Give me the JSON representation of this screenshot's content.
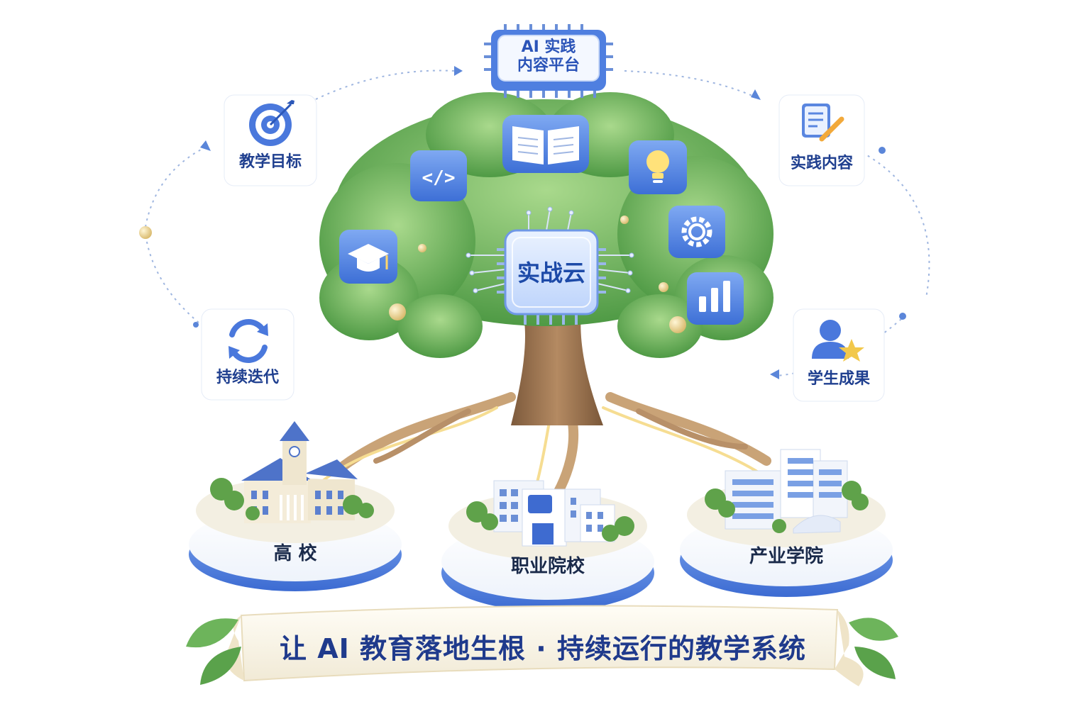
{
  "top_chip": {
    "line1": "AI 实践",
    "line2": "内容平台"
  },
  "core": {
    "label": "实战云"
  },
  "cycle": {
    "goal": {
      "label": "教学目标",
      "icon": "target-icon"
    },
    "content": {
      "label": "实践内容",
      "icon": "document-pen-icon"
    },
    "results": {
      "label": "学生成果",
      "icon": "user-star-icon"
    },
    "iterate": {
      "label": "持续迭代",
      "icon": "refresh-icon"
    }
  },
  "branch_icons": [
    "book-icon",
    "code-icon",
    "lightbulb-icon",
    "graduation-cap-icon",
    "gear-icon",
    "bar-chart-icon"
  ],
  "campuses": [
    {
      "label": "高 校",
      "icon": "university-building-icon"
    },
    {
      "label": "职业院校",
      "icon": "vocational-school-building-icon"
    },
    {
      "label": "产业学院",
      "icon": "industry-college-building-icon"
    }
  ],
  "banner": {
    "text": "让 AI 教育落地生根 · 持续运行的教学系统"
  },
  "colors": {
    "accent": "#3a6fd8",
    "title": "#1f3a8c",
    "leaf": "#6fb35a",
    "trunk": "#a47a55",
    "gold": "#e8d49a"
  }
}
